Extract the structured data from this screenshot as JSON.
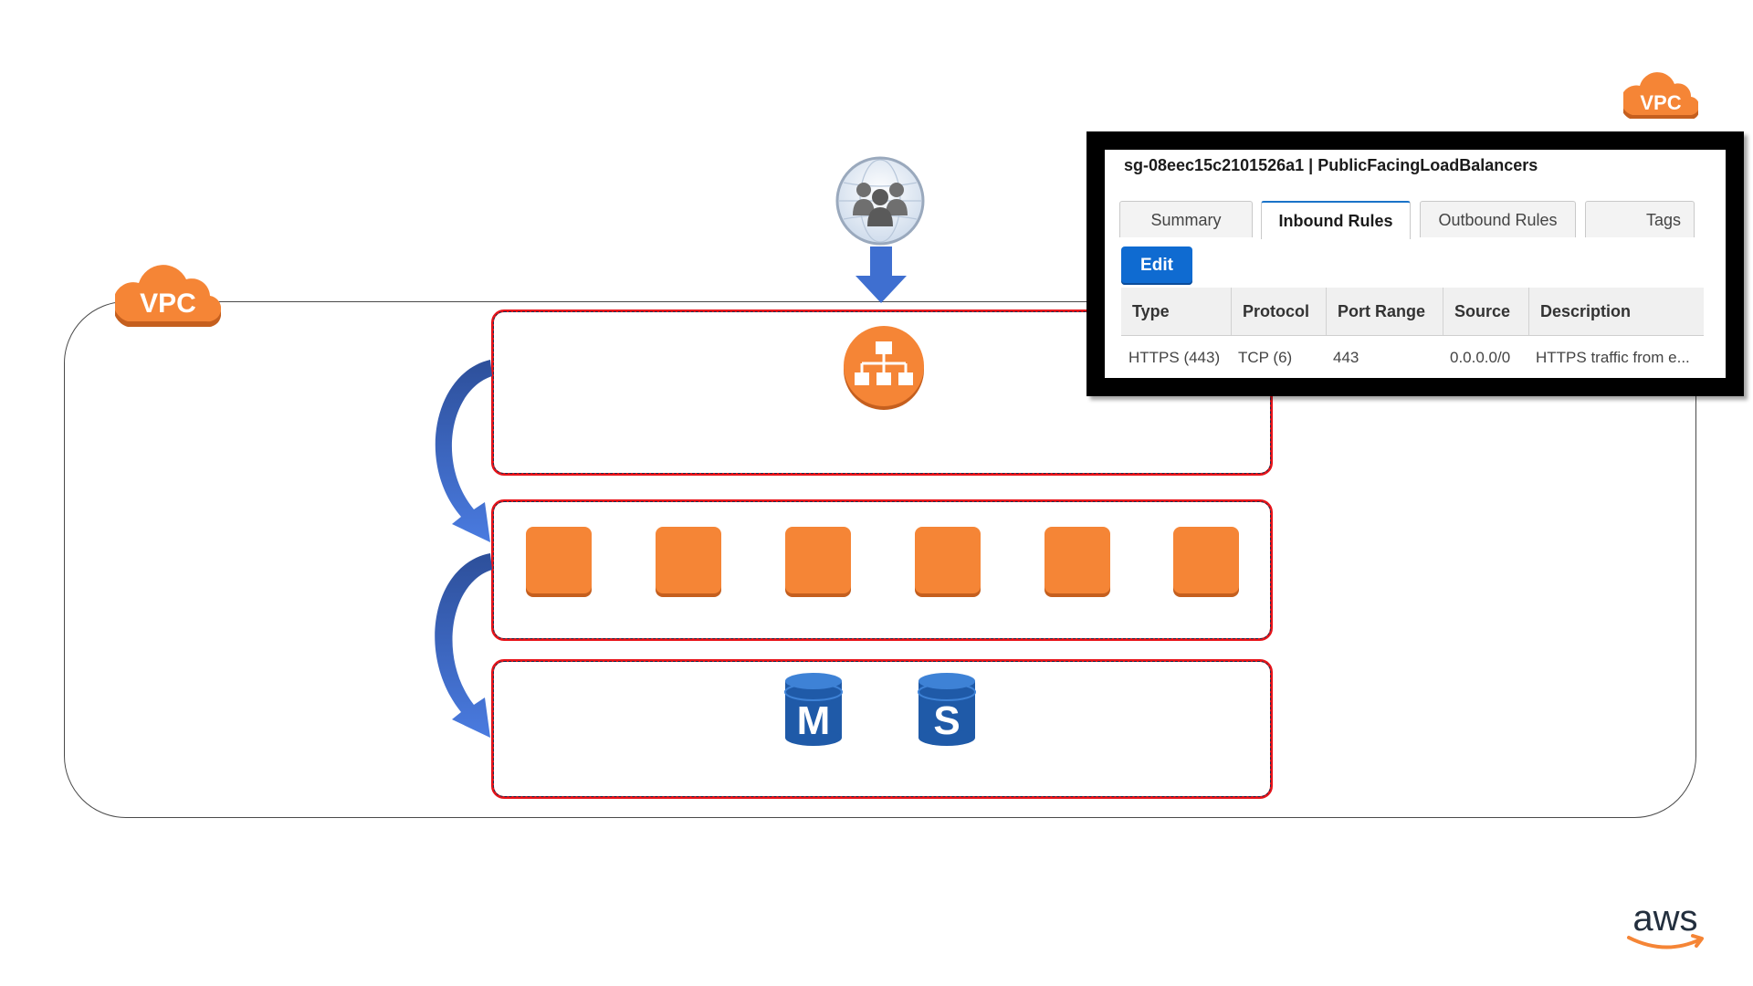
{
  "vpc_badges": [
    {
      "label": "VPC",
      "name": "vpc-badge-main"
    },
    {
      "label": "VPC",
      "name": "vpc-badge-corner"
    }
  ],
  "colors": {
    "aws_orange": "#f58536",
    "tier_border": "#e8141a",
    "arrow_blue": "#3f6fd0",
    "edit_button": "#0f6bd1"
  },
  "icons": {
    "users": "users-globe-icon",
    "load_balancer": "load-balancer-icon",
    "instance": "ec2-instance-icon",
    "db_master": "rds-master-icon",
    "db_slave": "rds-slave-icon",
    "aws_logo": "aws-logo"
  },
  "instances": [
    "instance",
    "instance",
    "instance",
    "instance",
    "instance",
    "instance"
  ],
  "databases": [
    {
      "letter": "M"
    },
    {
      "letter": "S"
    }
  ],
  "security_group": {
    "title": "sg-08eec15c2101526a1 | PublicFacingLoadBalancers",
    "tabs": [
      {
        "label": "Summary",
        "active": false
      },
      {
        "label": "Inbound Rules",
        "active": true
      },
      {
        "label": "Outbound Rules",
        "active": false
      },
      {
        "label": "Tags",
        "active": false
      }
    ],
    "edit_label": "Edit",
    "columns": [
      "Type",
      "Protocol",
      "Port Range",
      "Source",
      "Description"
    ],
    "rows": [
      {
        "type": "HTTPS (443)",
        "protocol": "TCP (6)",
        "port_range": "443",
        "source": "0.0.0.0/0",
        "description": "HTTPS traffic from e..."
      }
    ]
  },
  "logo": {
    "text": "aws"
  }
}
